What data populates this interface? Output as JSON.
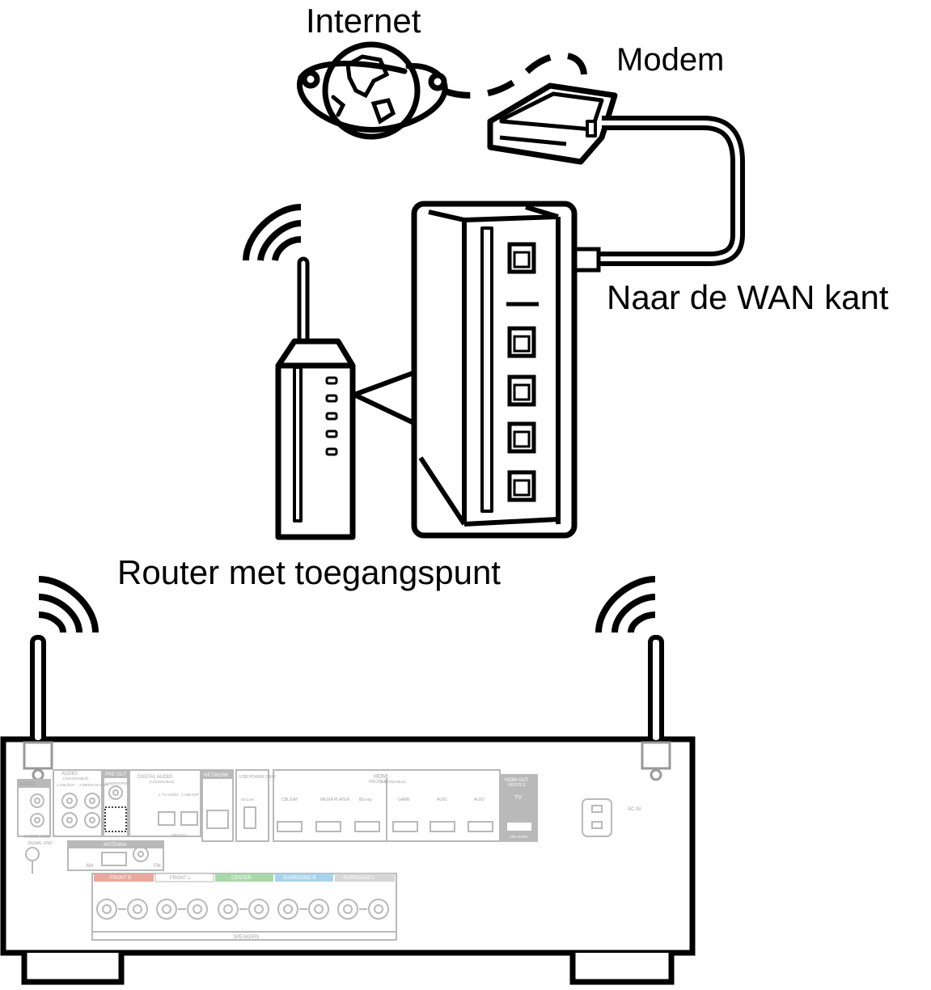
{
  "labels": {
    "internet": "Internet",
    "modem": "Modem",
    "wan_side": "Naar de WAN kant",
    "router": "Router met toegangspunt"
  },
  "receiver": {
    "audio_in": "AUDIO",
    "audio_assignable": "AUDIO",
    "assignable_sub": "(ASSIGNABLE)",
    "cbl_sat": "1 CBL/SAT",
    "media_player": "2 MEDIA PLAYER",
    "pre_out": "PRE OUT",
    "subwoofer": "SUBWOOFER",
    "phono": "PHONO (MM)",
    "signal_gnd": "SIGNAL GND",
    "digital_audio": "DIGITAL AUDIO",
    "digital_assignable": "(ASSIGNABLE)",
    "tv_audio": "1 TV AUDIO",
    "cbl_sat_2": "2 CBL/SAT",
    "optical": "OPTICAL",
    "network": "NETWORK",
    "usb": "USB POWER ONLY",
    "usb_rating": "5V/1.5A",
    "hdmi_in": "HDMI",
    "hdcp": "HDCP2.3",
    "hdmi_assignable": "(ASSIGNABLE)",
    "hdmi_ports": [
      "CBL/SAT",
      "MEDIA PLAYER",
      "Blu-ray",
      "GAME",
      "AUX1",
      "AUX2"
    ],
    "hdmi_out": "HDMI OUT",
    "hdmi_out_hdcp": "HDCP2.3",
    "tv": "TV",
    "arc": "ARC eARC",
    "ac_in": "AC IN",
    "antenna": "ANTENNA",
    "am": "AM",
    "fm": "FM",
    "speakers": "SPEAKERS",
    "speaker_groups": [
      {
        "label": "FRONT R",
        "color": "#e07a6a"
      },
      {
        "label": "FRONT L",
        "color": "#ffffff"
      },
      {
        "label": "CENTER",
        "color": "#8fcf8f"
      },
      {
        "label": "SURROUND R",
        "color": "#8cc6e6"
      },
      {
        "label": "SURROUND L",
        "color": "#c8c8c8"
      }
    ]
  },
  "colors": {
    "line": "#000000",
    "panel_gray": "#b9b9b9"
  }
}
